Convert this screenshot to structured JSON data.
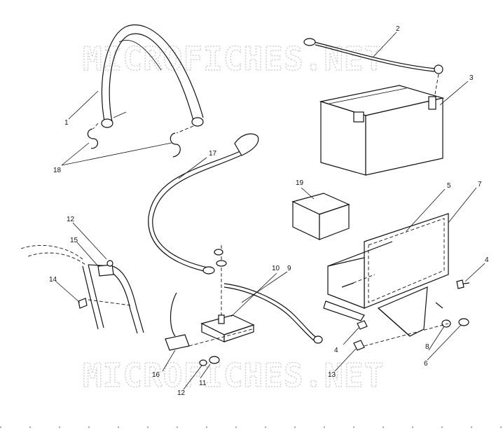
{
  "watermark": {
    "text": "MICROFICHES.NET"
  },
  "callouts": [
    {
      "id": "c1",
      "text": "1"
    },
    {
      "id": "c2",
      "text": "2"
    },
    {
      "id": "c3",
      "text": "3"
    },
    {
      "id": "c4a",
      "text": "4"
    },
    {
      "id": "c4b",
      "text": "4"
    },
    {
      "id": "c5",
      "text": "5"
    },
    {
      "id": "c6",
      "text": "6"
    },
    {
      "id": "c7",
      "text": "7"
    },
    {
      "id": "c8",
      "text": "8"
    },
    {
      "id": "c9",
      "text": "9"
    },
    {
      "id": "c10",
      "text": "10"
    },
    {
      "id": "c11",
      "text": "11"
    },
    {
      "id": "c12a",
      "text": "12"
    },
    {
      "id": "c12b",
      "text": "12"
    },
    {
      "id": "c13",
      "text": "13"
    },
    {
      "id": "c14",
      "text": "14"
    },
    {
      "id": "c15",
      "text": "15"
    },
    {
      "id": "c16",
      "text": "16"
    },
    {
      "id": "c17",
      "text": "17"
    },
    {
      "id": "c18",
      "text": "18"
    },
    {
      "id": "c19",
      "text": "19"
    }
  ]
}
